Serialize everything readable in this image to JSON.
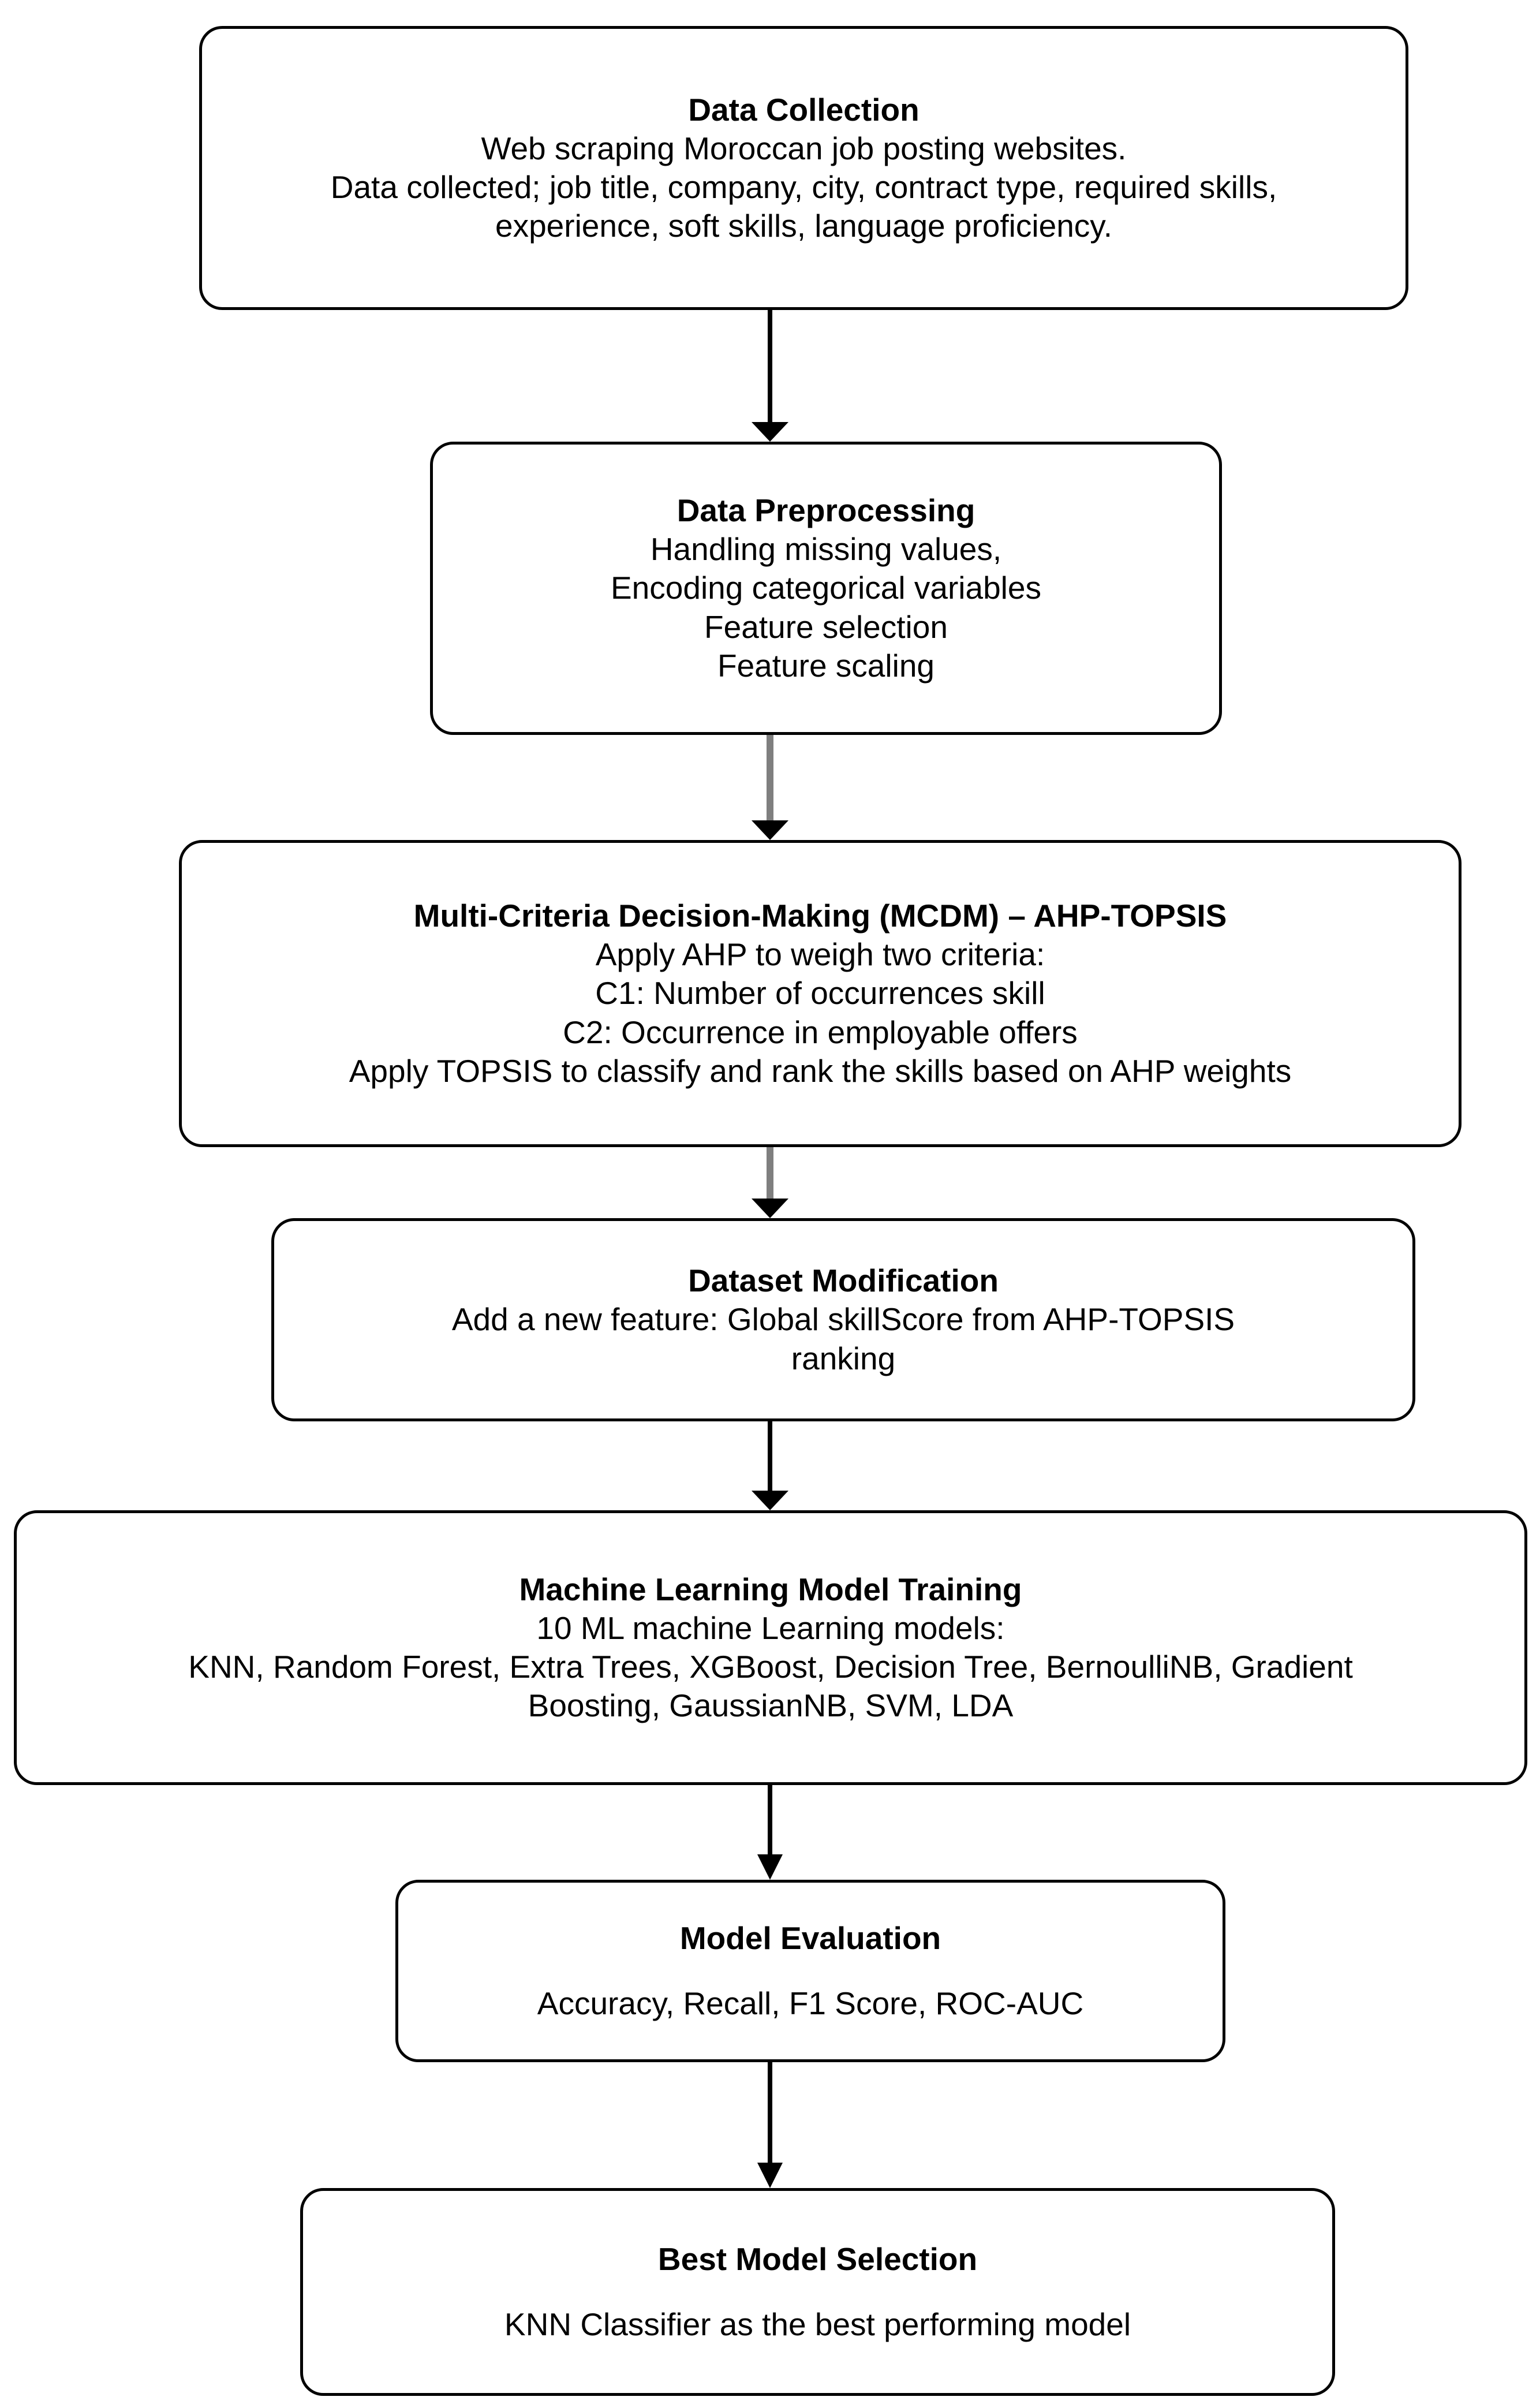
{
  "diagram": {
    "type": "flowchart",
    "orientation": "top-to-bottom",
    "background_color": "#ffffff",
    "node_border_color": "#000000",
    "connector_colors": [
      "#000000",
      "#7f7f7f"
    ],
    "nodes": [
      {
        "id": "data-collection",
        "title": "Data Collection",
        "lines": [
          "Web scraping Moroccan job posting websites.",
          "Data collected; job title, company, city, contract type, required skills,",
          "experience, soft skills, language proficiency."
        ]
      },
      {
        "id": "data-preprocessing",
        "title": "Data Preprocessing",
        "lines": [
          "Handling missing values,",
          "Encoding categorical variables",
          "Feature selection",
          "Feature scaling"
        ]
      },
      {
        "id": "mcdm",
        "title": "Multi-Criteria Decision-Making (MCDM) – AHP-TOPSIS",
        "lines": [
          "Apply AHP to weigh two criteria:",
          "C1: Number of occurrences skill",
          "C2: Occurrence in employable offers",
          "Apply TOPSIS to classify and rank the skills based on AHP weights"
        ]
      },
      {
        "id": "dataset-modification",
        "title": "Dataset Modification",
        "lines": [
          "Add a new feature: Global skillScore from AHP-TOPSIS",
          "ranking"
        ]
      },
      {
        "id": "ml-training",
        "title": "Machine Learning Model Training",
        "lines": [
          "10 ML machine Learning models:",
          "KNN, Random Forest, Extra Trees, XGBoost, Decision Tree, BernoulliNB, Gradient",
          "Boosting, GaussianNB, SVM, LDA"
        ]
      },
      {
        "id": "model-evaluation",
        "title": "Model Evaluation",
        "lines": [
          "Accuracy, Recall, F1 Score, ROC-AUC"
        ]
      },
      {
        "id": "best-model-selection",
        "title": "Best Model Selection",
        "lines": [
          "KNN Classifier as the best performing model"
        ]
      }
    ],
    "connectors": [
      {
        "id": "conn-1",
        "from": "data-collection",
        "to": "data-preprocessing",
        "color": "#000000"
      },
      {
        "id": "conn-2",
        "from": "data-preprocessing",
        "to": "mcdm",
        "color": "#7f7f7f"
      },
      {
        "id": "conn-3",
        "from": "mcdm",
        "to": "dataset-modification",
        "color": "#7f7f7f"
      },
      {
        "id": "conn-4",
        "from": "dataset-modification",
        "to": "ml-training",
        "color": "#000000"
      },
      {
        "id": "conn-5",
        "from": "ml-training",
        "to": "model-evaluation",
        "color": "#000000"
      },
      {
        "id": "conn-6",
        "from": "model-evaluation",
        "to": "best-model-selection",
        "color": "#000000"
      }
    ]
  }
}
